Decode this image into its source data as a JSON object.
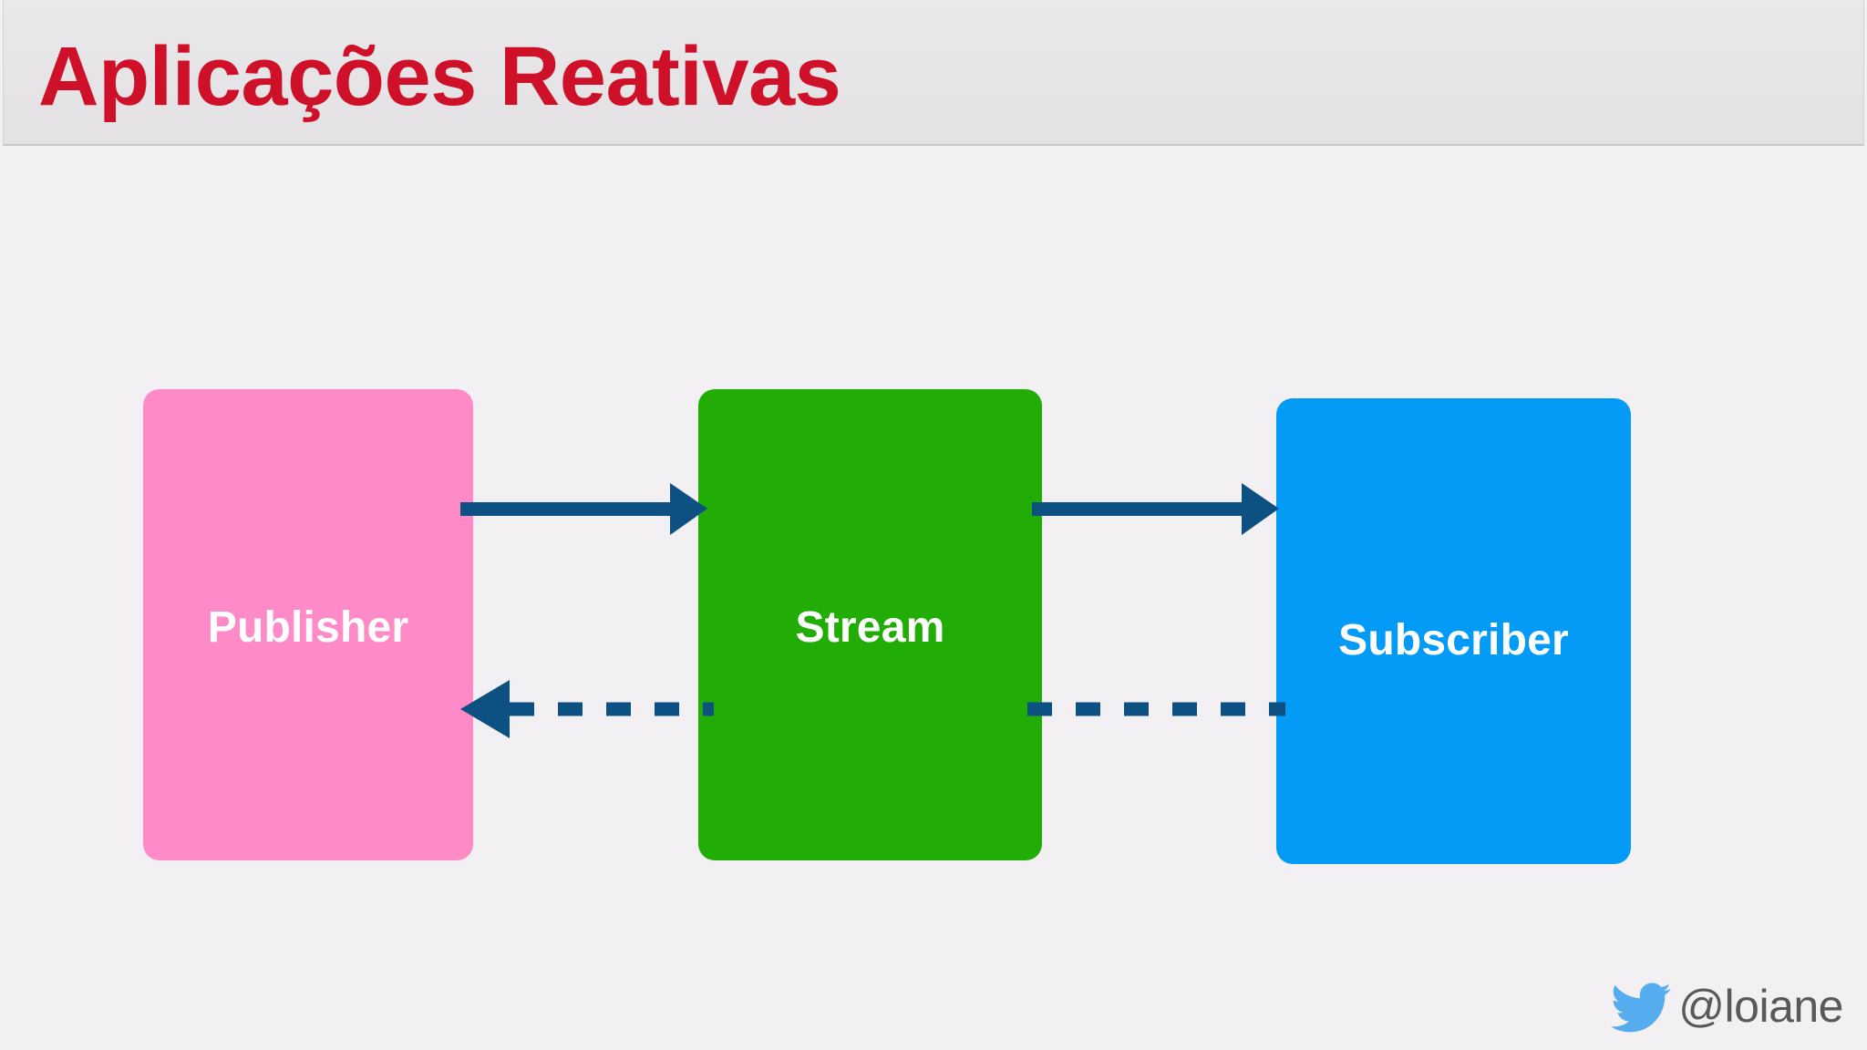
{
  "slide": {
    "title": "Aplicações Reativas",
    "title_color": "#CE1128",
    "background_color": "#F2F0F3",
    "header_background_color": "#E6E4E6"
  },
  "diagram": {
    "type": "flow",
    "connector_color": "#0D5183",
    "nodes": [
      {
        "id": "publisher",
        "label": "Publisher",
        "color": "#FF8AC8",
        "text_color": "#FFFFFF"
      },
      {
        "id": "stream",
        "label": "Stream",
        "color": "#22AD06",
        "text_color": "#FFFFFF"
      },
      {
        "id": "subscriber",
        "label": "Subscriber",
        "color": "#039BF5",
        "text_color": "#FFFFFF"
      }
    ],
    "connectors": [
      {
        "id": "publisher-to-stream",
        "from": "publisher",
        "to": "stream",
        "style": "solid",
        "direction": "right",
        "arrowhead": true
      },
      {
        "id": "stream-to-subscriber",
        "from": "stream",
        "to": "subscriber",
        "style": "solid",
        "direction": "right",
        "arrowhead": true
      },
      {
        "id": "stream-to-publisher",
        "from": "stream",
        "to": "publisher",
        "style": "dashed",
        "direction": "left",
        "arrowhead": true
      },
      {
        "id": "subscriber-to-stream",
        "from": "subscriber",
        "to": "stream",
        "style": "dashed",
        "direction": "left",
        "arrowhead": false
      }
    ]
  },
  "footer": {
    "twitter_handle": "@loiane",
    "twitter_icon": "twitter-bird-icon",
    "icon_color": "#55ACEE",
    "text_color": "#595959"
  }
}
